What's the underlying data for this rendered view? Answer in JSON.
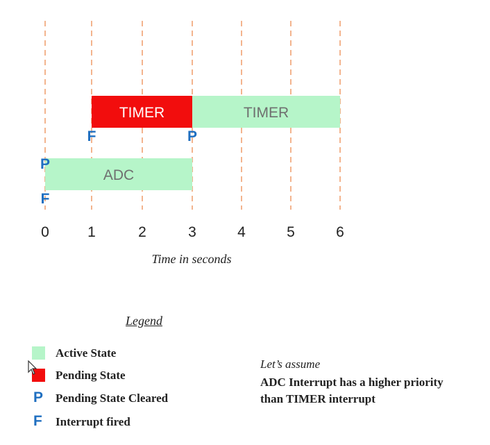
{
  "timeline": {
    "ticks": [
      0,
      1,
      2,
      3,
      4,
      5,
      6
    ],
    "xlabel": "Time in seconds",
    "bars": [
      {
        "label": "TIMER",
        "start": 1,
        "end": 3,
        "state": "pending",
        "row": "timer"
      },
      {
        "label": "TIMER",
        "start": 3,
        "end": 6,
        "state": "active",
        "row": "timer"
      },
      {
        "label": "ADC",
        "start": 0,
        "end": 3,
        "state": "active",
        "row": "adc"
      }
    ],
    "markers": [
      {
        "letter": "F",
        "time": 1,
        "row": "timer",
        "place": "below"
      },
      {
        "letter": "P",
        "time": 3,
        "row": "timer",
        "place": "below"
      },
      {
        "letter": "P",
        "time": 0,
        "row": "adc",
        "place": "above"
      },
      {
        "letter": "F",
        "time": 0,
        "row": "adc",
        "place": "below"
      }
    ]
  },
  "colors": {
    "active": "#b6f5c9",
    "pending": "#f20d0d",
    "marker": "#1f6fc0",
    "gridline": "#f3b48e"
  },
  "legend": {
    "title": "Legend",
    "items": [
      {
        "kind": "swatch",
        "state": "active",
        "label": "Active State"
      },
      {
        "kind": "swatch",
        "state": "pending",
        "label": "Pending State"
      },
      {
        "kind": "letter",
        "letter": "P",
        "label": "Pending State Cleared"
      },
      {
        "kind": "letter",
        "letter": "F",
        "label": "Interrupt fired"
      }
    ]
  },
  "note": {
    "intro": "Let’s assume",
    "body": "ADC Interrupt has a higher priority than TIMER interrupt"
  }
}
